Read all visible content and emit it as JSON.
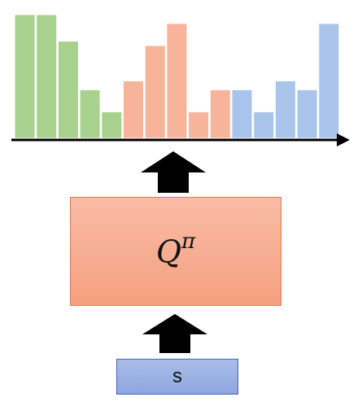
{
  "q_box": {
    "symbol": "Q",
    "superscript": "π"
  },
  "state_box": {
    "label": "s"
  },
  "chart_data": {
    "type": "bar",
    "values": [
      14,
      14,
      11,
      5.5,
      3,
      6.5,
      10.5,
      13,
      3,
      5.5,
      5.5,
      3,
      6.5,
      5.5,
      13
    ],
    "groups": [
      {
        "color": "#a9d18e",
        "stroke": "#70ad47",
        "indices": [
          0,
          1,
          2,
          3,
          4
        ]
      },
      {
        "color": "#f8b49a",
        "stroke": "#ed7d31",
        "indices": [
          5,
          6,
          7,
          8,
          9
        ]
      },
      {
        "color": "#a9c4eb",
        "stroke": "#5b9bd5",
        "indices": [
          10,
          11,
          12,
          13,
          14
        ]
      }
    ],
    "ylim": [
      0,
      14
    ]
  },
  "colors": {
    "arrow": "#000000",
    "axis": "#000000"
  }
}
